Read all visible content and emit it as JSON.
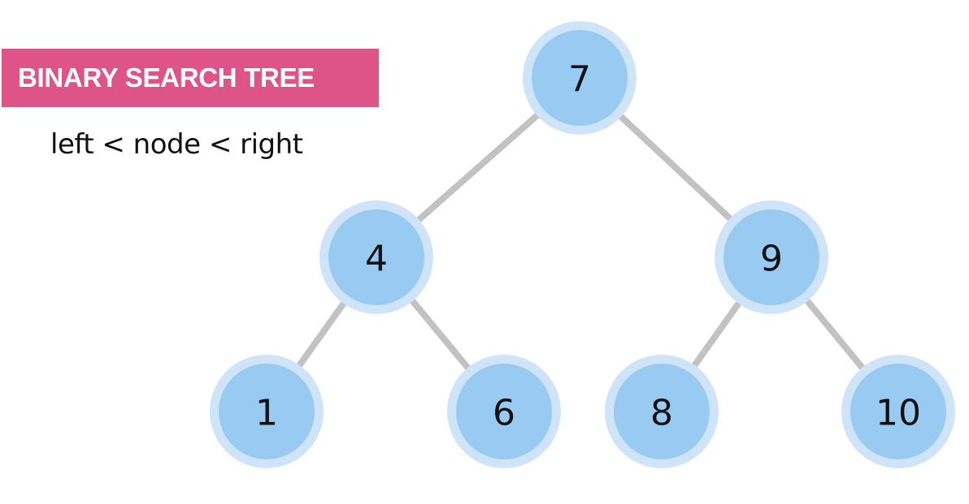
{
  "header": {
    "title": "BINARY SEARCH TREE",
    "rule": "left < node < right"
  },
  "colors": {
    "banner": "#de5489",
    "node_ring": "#cfe4f9",
    "node_fill": "#99cbf2",
    "edge": "#c2c2c2"
  },
  "tree": {
    "nodes": [
      {
        "id": "n7",
        "label": "7"
      },
      {
        "id": "n4",
        "label": "4"
      },
      {
        "id": "n9",
        "label": "9"
      },
      {
        "id": "n1",
        "label": "1"
      },
      {
        "id": "n6",
        "label": "6"
      },
      {
        "id": "n8",
        "label": "8"
      },
      {
        "id": "n10",
        "label": "10"
      }
    ],
    "edges": [
      {
        "from": "n7",
        "to": "n4"
      },
      {
        "from": "n7",
        "to": "n9"
      },
      {
        "from": "n4",
        "to": "n1"
      },
      {
        "from": "n4",
        "to": "n6"
      },
      {
        "from": "n9",
        "to": "n8"
      },
      {
        "from": "n9",
        "to": "n10"
      }
    ]
  }
}
